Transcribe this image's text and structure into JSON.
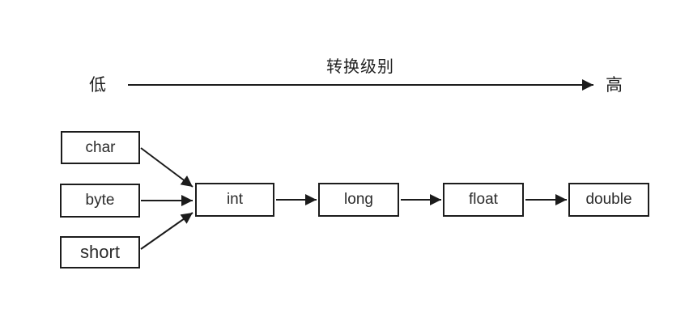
{
  "diagram": {
    "title": "转换级别",
    "axis": {
      "low_label": "低",
      "high_label": "高",
      "direction": "left-to-right"
    },
    "nodes": {
      "char": {
        "label": "char"
      },
      "byte": {
        "label": "byte"
      },
      "short": {
        "label": "short"
      },
      "int": {
        "label": "int"
      },
      "long": {
        "label": "long"
      },
      "float": {
        "label": "float"
      },
      "double": {
        "label": "double"
      }
    },
    "edges": [
      {
        "from": "char",
        "to": "int"
      },
      {
        "from": "byte",
        "to": "int"
      },
      {
        "from": "short",
        "to": "int"
      },
      {
        "from": "int",
        "to": "long"
      },
      {
        "from": "long",
        "to": "float"
      },
      {
        "from": "float",
        "to": "double"
      }
    ],
    "colors": {
      "background": "#ffffff",
      "line": "#1b1b1b",
      "box_border": "#1c1c1c",
      "text": "#2b2b2b"
    }
  }
}
